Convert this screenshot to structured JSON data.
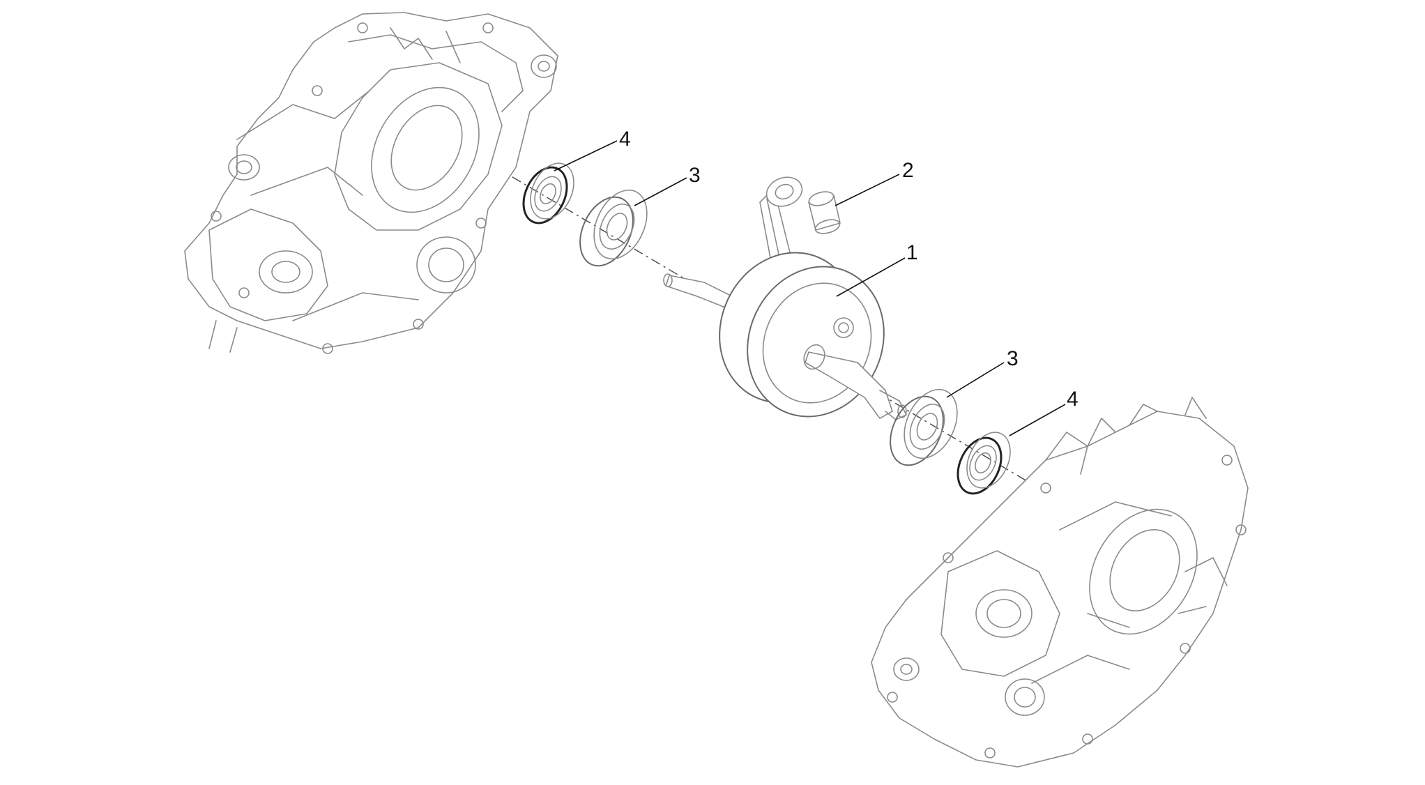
{
  "callouts": {
    "crankshaft": "1",
    "bushing": "2",
    "bearing_left": "3",
    "bearing_right": "3",
    "oil_seal_left": "4",
    "oil_seal_right": "4"
  },
  "colors": {
    "line_art": "#8a8a8a",
    "seal_rim": "#222222",
    "text": "#111111",
    "background": "#ffffff"
  }
}
